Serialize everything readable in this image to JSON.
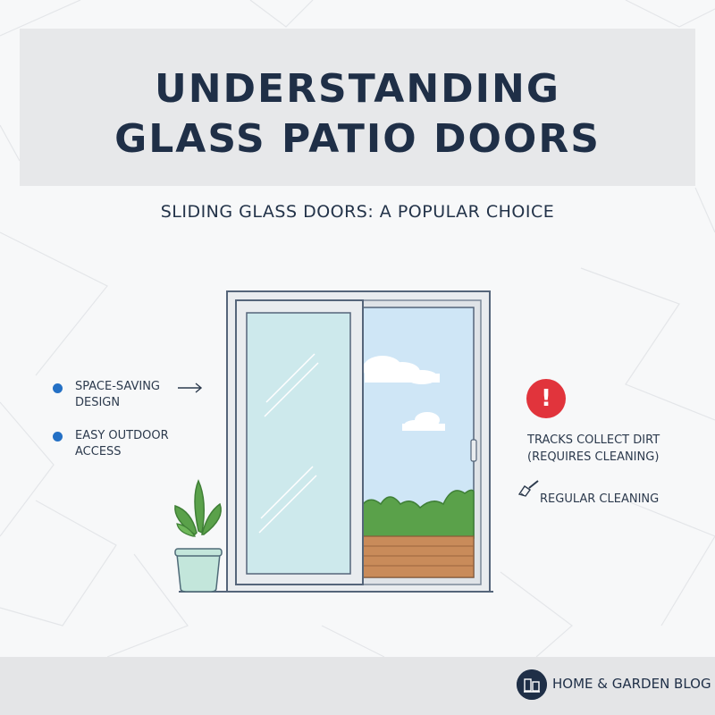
{
  "title": {
    "line1": "UNDERSTANDING",
    "line2": "GLASS PATIO DOORS"
  },
  "subtitle": "SLIDING GLASS DOORS: A POPULAR CHOICE",
  "pros": [
    {
      "text": "SPACE-SAVING DESIGN",
      "line1": "SPACE-SAVING",
      "line2": "DESIGN"
    },
    {
      "text": "EASY OUTDOOR ACCESS",
      "line1": "EASY OUTDOOR",
      "line2": "ACCESS"
    }
  ],
  "cons": {
    "alert_symbol": "!",
    "tracks_line1": "TRACKS COLLECT DIRT",
    "tracks_line2": "(REQUIRES CLEANING)",
    "cleaning": "REGULAR CLEANING"
  },
  "footer": {
    "brand": "HOME & GARDEN BLOG"
  },
  "colors": {
    "title_band": "#e7e8ea",
    "title_text": "#1f2f47",
    "bullet": "#2470c5",
    "alert": "#e1343c",
    "glass": "#cde9ec",
    "sky": "#cfe6f6",
    "plant": "#5aa14a",
    "deck": "#c98b5a"
  },
  "icons": [
    "arrow-right-icon",
    "alert-icon",
    "brush-icon",
    "blog-logo-icon",
    "plant-icon",
    "cloud-icon",
    "door-handle-icon"
  ]
}
